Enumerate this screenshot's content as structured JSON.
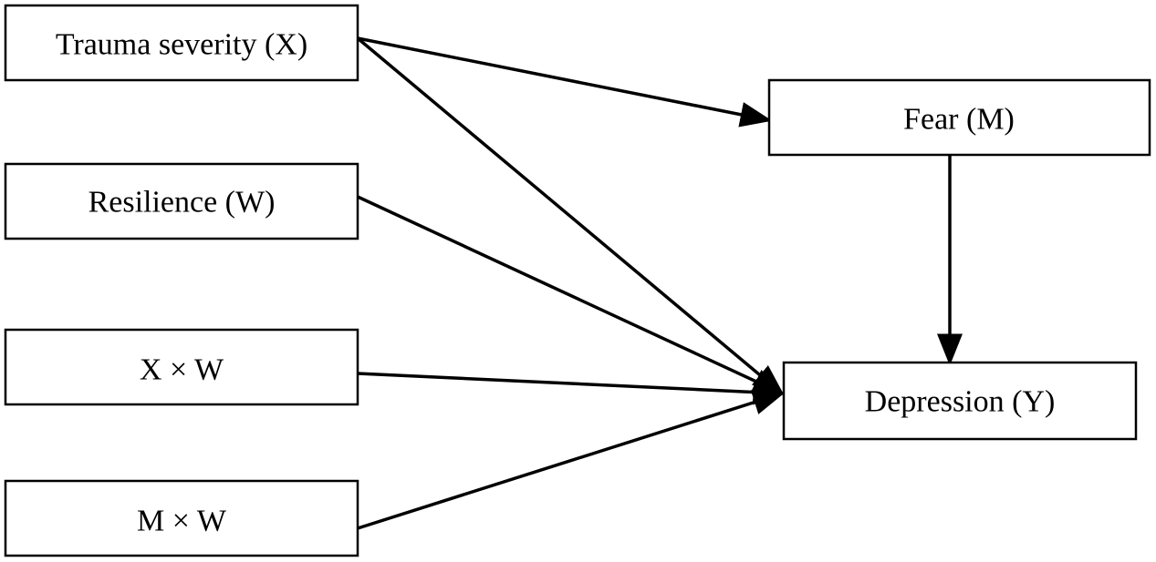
{
  "diagram": {
    "nodes": {
      "x": {
        "label": "Trauma severity (X)"
      },
      "w": {
        "label": "Resilience (W)"
      },
      "xw": {
        "label": "X × W"
      },
      "mw": {
        "label": "M × W"
      },
      "m": {
        "label": "Fear (M)"
      },
      "y": {
        "label": "Depression (Y)"
      }
    },
    "edges": [
      {
        "from": "x",
        "to": "m"
      },
      {
        "from": "x",
        "to": "y"
      },
      {
        "from": "w",
        "to": "y"
      },
      {
        "from": "xw",
        "to": "y"
      },
      {
        "from": "mw",
        "to": "y"
      },
      {
        "from": "m",
        "to": "y"
      }
    ]
  }
}
